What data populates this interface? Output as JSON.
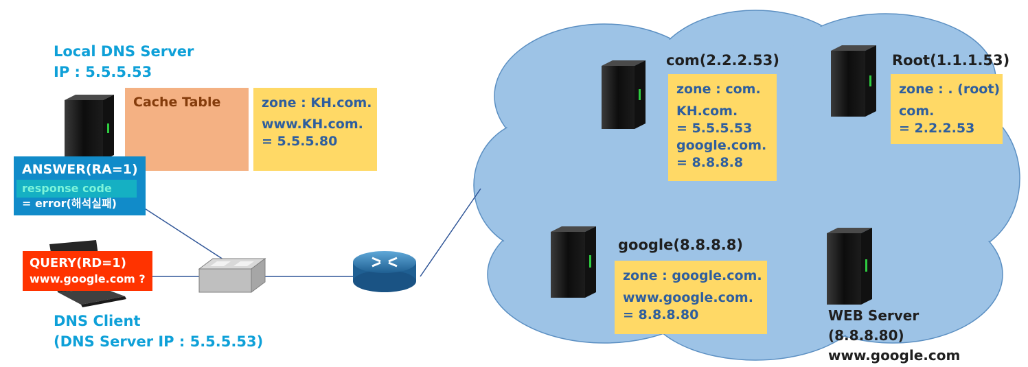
{
  "local_dns": {
    "title": "Local DNS Server",
    "ip": "IP : 5.5.5.53",
    "cache_label": "Cache Table",
    "cache_lines": [
      "zone : KH.com.",
      "www.KH.com.",
      "= 5.5.5.80"
    ]
  },
  "answer": {
    "title": "ANSWER(RA=1)",
    "line1": "response code",
    "line2": "= error(해석실패)"
  },
  "query": {
    "title": "QUERY(RD=1)",
    "line1": "www.google.com ?"
  },
  "client": {
    "title": "DNS Client",
    "subtitle": "(DNS Server IP : 5.5.5.53)"
  },
  "com_server": {
    "title": "com(2.2.2.53)",
    "lines": [
      "zone : com.",
      "KH.com.",
      "= 5.5.5.53",
      "google.com.",
      "= 8.8.8.8"
    ]
  },
  "root_server": {
    "title": "Root(1.1.1.53)",
    "lines": [
      "zone : . (root)",
      "com.",
      "= 2.2.2.53"
    ]
  },
  "google_server": {
    "title": "google(8.8.8.8)",
    "lines": [
      "zone : google.com.",
      "www.google.com.",
      "= 8.8.8.80"
    ]
  },
  "web_server": {
    "lines": [
      "WEB Server",
      "(8.8.8.80)",
      "www.google.com"
    ]
  },
  "colors": {
    "cloud": "#9dc3e6",
    "note": "#ffd966",
    "cache": "#f4b183",
    "answer": "#118bc9",
    "query": "#ff3300",
    "title_blue": "#0ea0d8"
  }
}
